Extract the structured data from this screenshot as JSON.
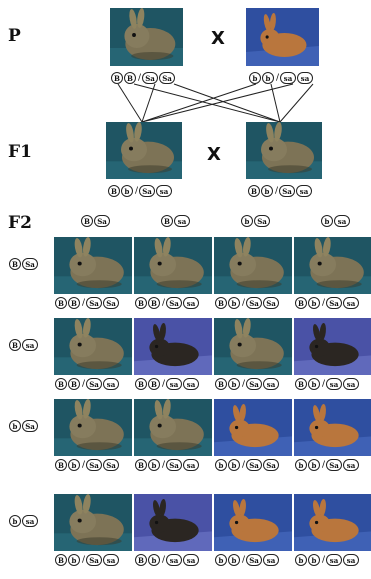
{
  "labels": {
    "p": "P",
    "f1": "F1",
    "f2": "F2",
    "cross": "X"
  },
  "p_generation": {
    "left_genotype": [
      "B",
      "B",
      "Sa",
      "Sa"
    ],
    "right_genotype": [
      "b",
      "b",
      "sa",
      "sa"
    ],
    "left_coat": "agouti",
    "right_coat": "orange"
  },
  "f1_generation": {
    "left_genotype": [
      "B",
      "b",
      "Sa",
      "sa"
    ],
    "right_genotype": [
      "B",
      "b",
      "Sa",
      "sa"
    ],
    "left_coat": "agouti",
    "right_coat": "agouti"
  },
  "f2_gametes": {
    "columns": [
      [
        "B",
        "Sa"
      ],
      [
        "B",
        "sa"
      ],
      [
        "b",
        "Sa"
      ],
      [
        "b",
        "sa"
      ]
    ],
    "rows": [
      [
        "B",
        "Sa"
      ],
      [
        "B",
        "sa"
      ],
      [
        "b",
        "Sa"
      ],
      [
        "b",
        "sa"
      ]
    ]
  },
  "f2_grid": [
    [
      {
        "g": [
          "B",
          "B",
          "Sa",
          "Sa"
        ],
        "coat": "agouti"
      },
      {
        "g": [
          "B",
          "B",
          "Sa",
          "sa"
        ],
        "coat": "agouti"
      },
      {
        "g": [
          "B",
          "b",
          "Sa",
          "Sa"
        ],
        "coat": "agouti"
      },
      {
        "g": [
          "B",
          "b",
          "Sa",
          "sa"
        ],
        "coat": "agouti"
      }
    ],
    [
      {
        "g": [
          "B",
          "B",
          "Sa",
          "sa"
        ],
        "coat": "agouti"
      },
      {
        "g": [
          "B",
          "B",
          "sa",
          "sa"
        ],
        "coat": "black"
      },
      {
        "g": [
          "B",
          "b",
          "Sa",
          "sa"
        ],
        "coat": "agouti"
      },
      {
        "g": [
          "B",
          "b",
          "sa",
          "sa"
        ],
        "coat": "black"
      }
    ],
    [
      {
        "g": [
          "B",
          "b",
          "Sa",
          "Sa"
        ],
        "coat": "agouti"
      },
      {
        "g": [
          "B",
          "b",
          "Sa",
          "sa"
        ],
        "coat": "agouti"
      },
      {
        "g": [
          "b",
          "b",
          "Sa",
          "Sa"
        ],
        "coat": "orange"
      },
      {
        "g": [
          "b",
          "b",
          "Sa",
          "sa"
        ],
        "coat": "orange"
      }
    ],
    [
      {
        "g": [
          "B",
          "b",
          "Sa",
          "sa"
        ],
        "coat": "agouti"
      },
      {
        "g": [
          "B",
          "b",
          "sa",
          "sa"
        ],
        "coat": "black"
      },
      {
        "g": [
          "b",
          "b",
          "Sa",
          "sa"
        ],
        "coat": "orange"
      },
      {
        "g": [
          "b",
          "b",
          "sa",
          "sa"
        ],
        "coat": "orange"
      }
    ]
  ],
  "colors": {
    "agouti_bg": "#1f5563",
    "agouti_body": "#7d7356",
    "black_bg": "#4a52a6",
    "black_body": "#2b2622",
    "orange_bg": "#2f4fa0",
    "orange_body": "#b9763d",
    "frame_red": "#d23a4a",
    "frame_yellow": "#d8c64a"
  }
}
